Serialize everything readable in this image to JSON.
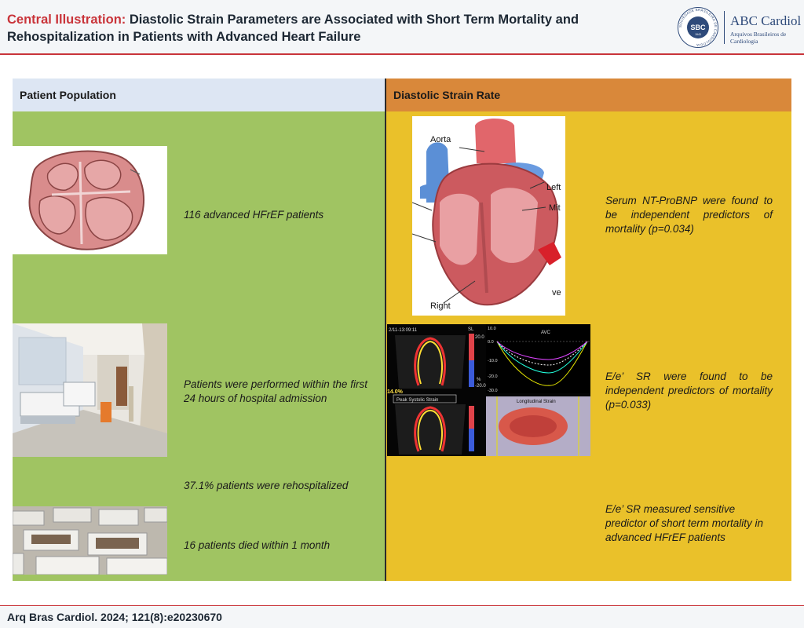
{
  "header": {
    "title_prefix": "Central Illustration:",
    "title": " Diastolic Strain Parameters are Associated with Short Term Mortality and Rehospitalization in Patients with Advanced Heart Failure",
    "logo": {
      "seal_text": "SBC",
      "seal_year": "1943",
      "seal_ring_text": "SOCIEDADE BRASILEIRA DE CARDIOLOGIA",
      "brand": "ABC Cardiol",
      "sub": "Arquivos Brasileiros de Cardiologia"
    }
  },
  "left_panel": {
    "heading": "Patient Population",
    "items": [
      {
        "text": "116 advanced HFrEF patients",
        "icon": "heart-cross-section-image"
      },
      {
        "text": "Patients were performed within the first 24 hours of hospital admission",
        "icon": "hospital-room-image"
      },
      {
        "text": "37.1% patients were rehospitalized"
      },
      {
        "text": "16 patients died within 1 month",
        "icon": "cemetery-image"
      }
    ]
  },
  "right_panel": {
    "heading": "Diastolic Strain Rate",
    "heart_labels": {
      "aorta": "Aorta",
      "left": "Left",
      "mit": "Mit",
      "right": "Right",
      "ve": "ve"
    },
    "echo_labels": {
      "timestamp": "2/11-13:09:11",
      "sl": "SL",
      "avc": "AVC",
      "peak": "Peak Systolic Strain",
      "pct": "14.0%",
      "longitudinal": "Longitudinal Strain",
      "scale_top": "20.0",
      "scale_bottom": "-20.0",
      "unit": "%",
      "y_ticks": [
        "10.0",
        "0.0",
        "-10.0",
        "-20.0",
        "-30.0"
      ]
    },
    "items": [
      {
        "text": "Serum NT-ProBNP were found to be independent predictors of mortality (p=0.034)"
      },
      {
        "text": "E/e’ SR were found to be independent predictors of mortality (p=0.033)"
      },
      {
        "text": "E/e’ SR measured sensitive predictor of short term mortality in advanced HFrEF patients"
      }
    ]
  },
  "footer": {
    "citation": "Arq Bras Cardiol. 2024; 121(8):e20230670"
  },
  "colors": {
    "accent_red": "#c9343a",
    "left_head": "#dde6f3",
    "right_head": "#d9883a",
    "left_body": "#a0c462",
    "right_body": "#eac12a",
    "brand_blue": "#2e4a7a"
  }
}
